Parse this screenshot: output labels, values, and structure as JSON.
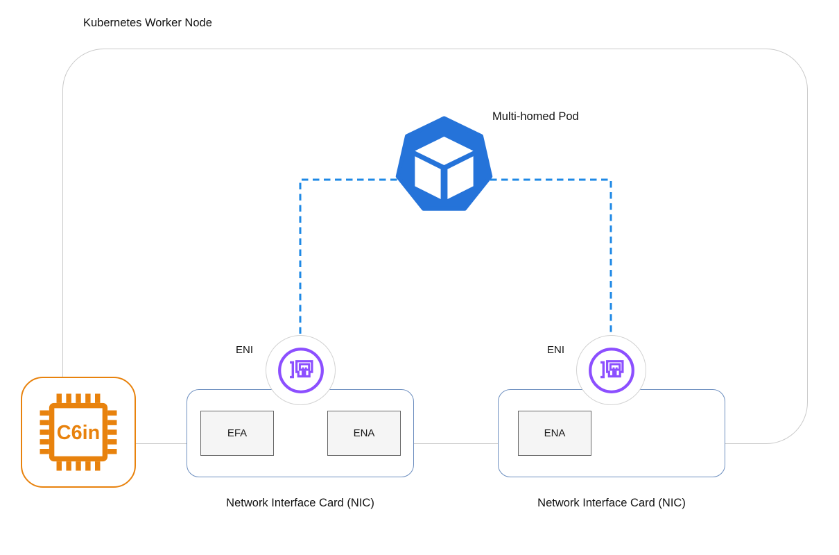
{
  "title": "Kubernetes Worker Node",
  "pod": {
    "label": "Multi-homed Pod"
  },
  "eni_left": {
    "label": "ENI"
  },
  "eni_right": {
    "label": "ENI"
  },
  "nics": [
    {
      "label": "Network Interface Card (NIC)",
      "adapters": [
        "EFA",
        "ENA"
      ]
    },
    {
      "label": "Network Interface Card (NIC)",
      "adapters": [
        "ENA"
      ]
    }
  ],
  "chip": {
    "label": "C6in"
  },
  "icons": [
    "kubernetes-pod-icon",
    "eni-network-card-icon",
    "cpu-chip-icon"
  ],
  "colors": {
    "pod_blue": "#2573d9",
    "dashed_link_blue": "#1e88e5",
    "eni_purple": "#8c4fff",
    "chip_orange": "#e8820d",
    "nic_border_blue": "#6c8ebf",
    "node_border_gray": "#c9c9c9",
    "adapter_fill": "#f5f5f5",
    "adapter_border": "#666666"
  }
}
